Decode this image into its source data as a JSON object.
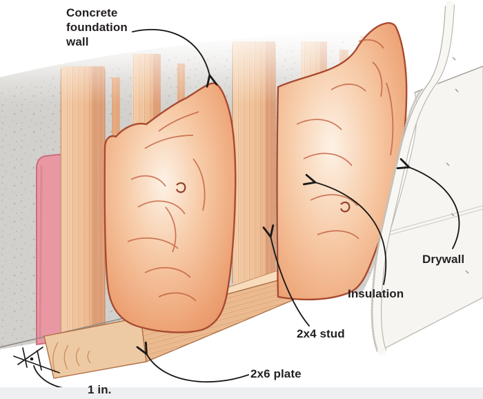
{
  "figure": {
    "type": "construction-illustration",
    "subject": "Basement wall framing with insulation in front of a concrete foundation wall",
    "labels": {
      "concrete_foundation_wall": "Concrete foundation wall",
      "drywall": "Drywall",
      "insulation": "Insulation",
      "stud_2x4": "2x4 stud",
      "plate_2x6": "2x6 plate",
      "gap_dimension": "1 in."
    },
    "colors": {
      "background": "#ffffff",
      "label_text": "#231f20",
      "arrow": "#1a1a1a",
      "concrete_gray": "#d6d4d0",
      "concrete_speckle": "#a8a59e",
      "wood_light": "#f6d0ae",
      "wood_mid": "#efb98f",
      "wood_side": "#dd9e78",
      "wood_outline": "#b97a50",
      "foam_pink": "#e897a3",
      "insulation_fill": "#f2bc97",
      "insulation_outline": "#a84a30",
      "drywall_face": "#f6f5f1",
      "footer_strip": "#edeff1"
    }
  }
}
